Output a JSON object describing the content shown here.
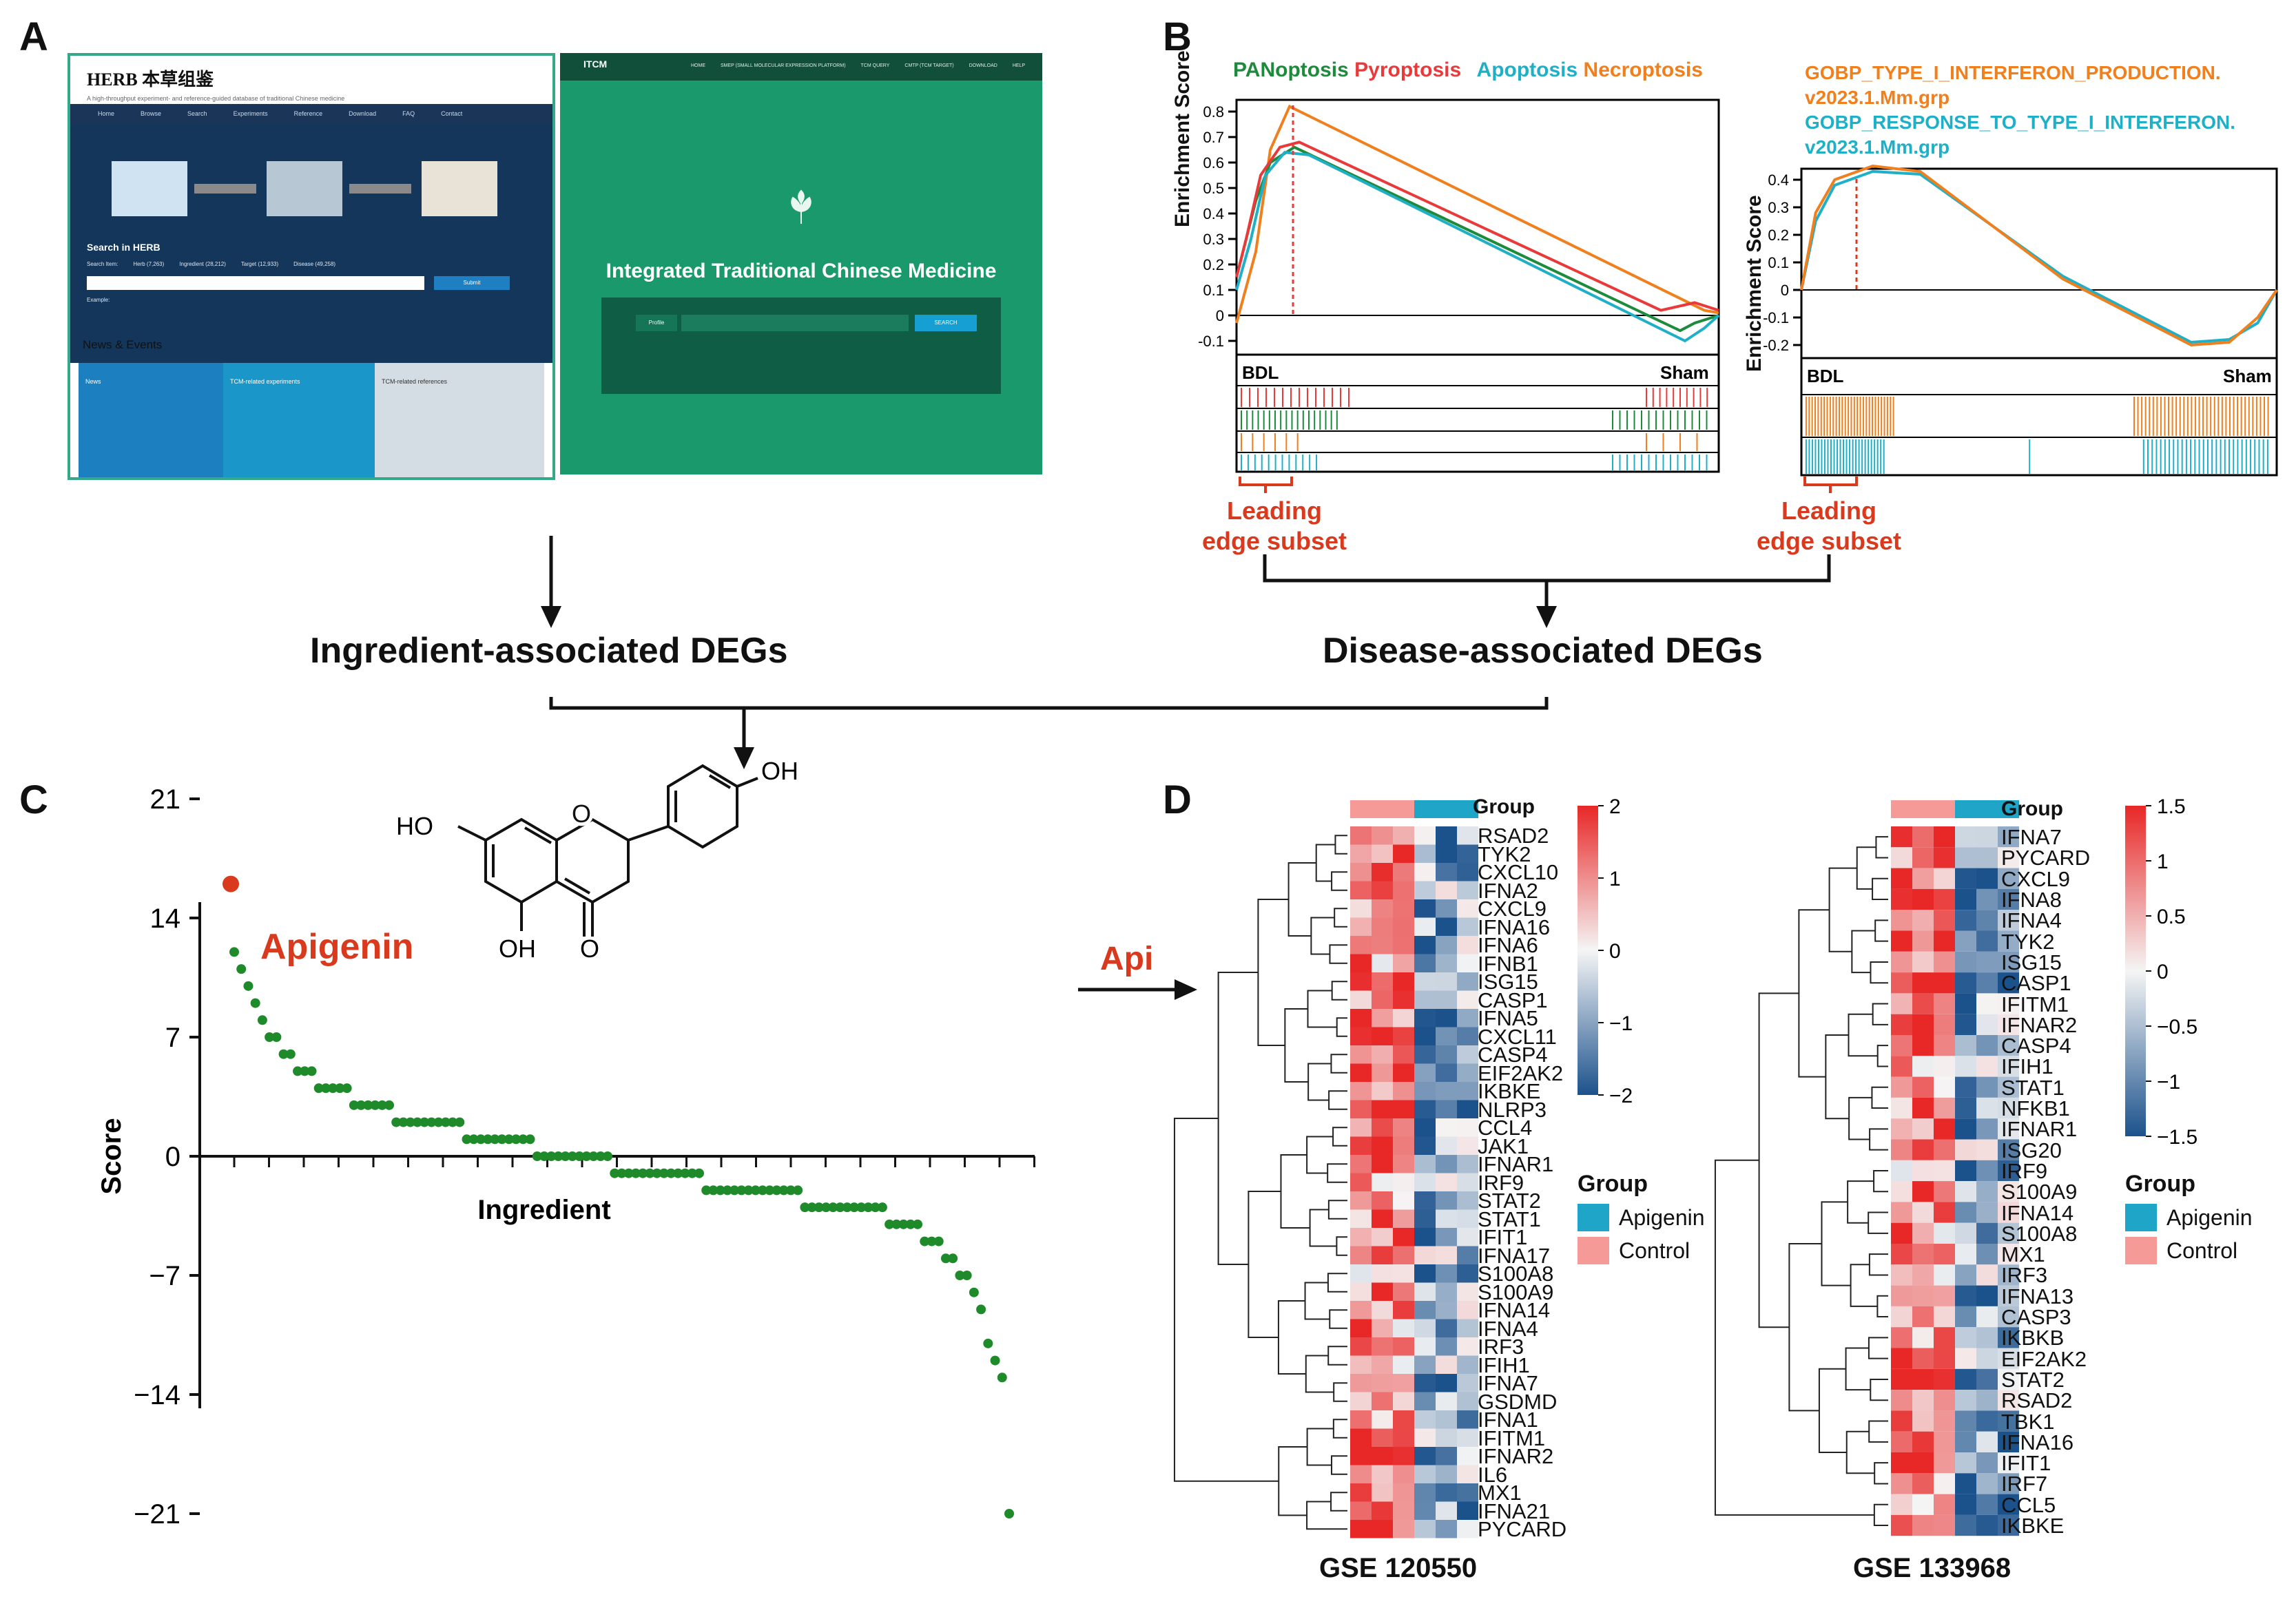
{
  "panels": {
    "a": "A",
    "b": "B",
    "c": "C",
    "d": "D"
  },
  "flow": {
    "ingredient_degs": "Ingredient-associated DEGs",
    "disease_degs": "Disease-associated DEGs",
    "api": "Api"
  },
  "herb_site": {
    "logo": "HERB 本草组鉴",
    "tagline": "A high-throughput experiment- and reference-guided database of traditional Chinese medicine",
    "nav": [
      "Home",
      "Browse",
      "Search",
      "Experiments",
      "Reference",
      "Download",
      "FAQ",
      "Contact"
    ],
    "search_title": "Search in HERB",
    "search_item_label": "Search Item:",
    "search_options": [
      "Herb (7,263)",
      "Ingredient (28,212)",
      "Target (12,933)",
      "Disease (49,258)"
    ],
    "submit": "Submit",
    "example": "Example:",
    "news_title": "News & Events",
    "news_tabs": [
      "News",
      "TCM-related experiments",
      "TCM-related references"
    ]
  },
  "itcm_site": {
    "logo": "ITCM",
    "nav": [
      "HOME",
      "SMEP (SMALL MOLECULAR EXPRESSION PLATFORM)",
      "TCM QUERY",
      "CMTP (TCM TARGET)",
      "DOWNLOAD",
      "HELP"
    ],
    "title": "Integrated Traditional Chinese Medicine",
    "search_select": "Profile",
    "search_button": "SEARCH"
  },
  "gsea_left": {
    "legend": [
      {
        "name": "PANoptosis",
        "color": "#1e8a3c"
      },
      {
        "name": "Pyroptosis",
        "color": "#e83a3a"
      },
      {
        "name": "Apoptosis",
        "color": "#1fb0c8"
      },
      {
        "name": "Necroptosis",
        "color": "#f07f1e"
      }
    ],
    "ylabel": "Enrichment Score",
    "yticks": [
      "0.8",
      "0.7",
      "0.6",
      "0.5",
      "0.4",
      "0.3",
      "0.2",
      "0.1",
      "0",
      "-0.1"
    ],
    "left_group": "BDL",
    "right_group": "Sham",
    "leading_edge": [
      "Leading",
      "edge subset"
    ]
  },
  "gsea_right": {
    "legend": [
      {
        "name": "GOBP_TYPE_I_INTERFERON_PRODUCTION.",
        "name2": "v2023.1.Mm.grp",
        "color": "#f07f1e"
      },
      {
        "name": "GOBP_RESPONSE_TO_TYPE_I_INTERFERON.",
        "name2": "v2023.1.Mm.grp",
        "color": "#1fb0c8"
      }
    ],
    "ylabel": "Enrichment Score",
    "yticks": [
      "0.4",
      "0.3",
      "0.2",
      "0.1",
      "0",
      "-0.1",
      "-0.2"
    ],
    "left_group": "BDL",
    "right_group": "Sham",
    "leading_edge": [
      "Leading",
      "edge subset"
    ]
  },
  "chart_data": {
    "type": "scatter",
    "xlabel": "Ingredient",
    "ylabel": "Score",
    "ylim": [
      -21,
      21
    ],
    "yticks": [
      21,
      14,
      7,
      0,
      -7,
      -14,
      -21
    ],
    "highlight": {
      "name": "Apigenin",
      "score": 16
    },
    "molecule_labels": [
      "OH",
      "HO",
      "O",
      "OH",
      "O"
    ],
    "series": [
      {
        "values": [
          12,
          11,
          10,
          9,
          8,
          7,
          7,
          6,
          6,
          5,
          5,
          5,
          4,
          4,
          4,
          4,
          4,
          3,
          3,
          3,
          3,
          3,
          3,
          2,
          2,
          2,
          2,
          2,
          2,
          2,
          2,
          2,
          2,
          1,
          1,
          1,
          1,
          1,
          1,
          1,
          1,
          1,
          1,
          0,
          0,
          0,
          0,
          0,
          0,
          0,
          0,
          0,
          0,
          0,
          -1,
          -1,
          -1,
          -1,
          -1,
          -1,
          -1,
          -1,
          -1,
          -1,
          -1,
          -1,
          -1,
          -2,
          -2,
          -2,
          -2,
          -2,
          -2,
          -2,
          -2,
          -2,
          -2,
          -2,
          -2,
          -2,
          -2,
          -3,
          -3,
          -3,
          -3,
          -3,
          -3,
          -3,
          -3,
          -3,
          -3,
          -3,
          -3,
          -4,
          -4,
          -4,
          -4,
          -4,
          -5,
          -5,
          -5,
          -6,
          -6,
          -7,
          -7,
          -8,
          -9,
          -11,
          -12,
          -13,
          -21
        ]
      }
    ]
  },
  "heatmap_left": {
    "title": "GSE 120550",
    "group_label": "Group",
    "legend_title": "Group",
    "legend": [
      {
        "name": "Apigenin",
        "color": "#1fa5c7"
      },
      {
        "name": "Control",
        "color": "#f59a96"
      }
    ],
    "scale": [
      "2",
      "1",
      "0",
      "−1",
      "−2"
    ],
    "genes": [
      "RSAD2",
      "TYK2",
      "CXCL10",
      "IFNA2",
      "CXCL9",
      "IFNA16",
      "IFNA6",
      "IFNB1",
      "ISG15",
      "CASP1",
      "IFNA5",
      "CXCL11",
      "CASP4",
      "EIF2AK2",
      "IKBKE",
      "NLRP3",
      "CCL4",
      "JAK1",
      "IFNAR1",
      "IRF9",
      "STAT2",
      "STAT1",
      "IFIT1",
      "IFNA17",
      "S100A8",
      "S100A9",
      "IFNA14",
      "IFNA4",
      "IRF3",
      "IFIH1",
      "IFNA7",
      "GSDMD",
      "IFNA1",
      "IFITM1",
      "IFNAR2",
      "IL6",
      "MX1",
      "IFNA21",
      "PYCARD"
    ]
  },
  "heatmap_right": {
    "title": "GSE 133968",
    "group_label": "Group",
    "legend_title": "Group",
    "legend": [
      {
        "name": "Apigenin",
        "color": "#1fa5c7"
      },
      {
        "name": "Control",
        "color": "#f59a96"
      }
    ],
    "scale": [
      "1.5",
      "1",
      "0.5",
      "0",
      "−0.5",
      "−1",
      "−1.5"
    ],
    "genes": [
      "IFNA7",
      "PYCARD",
      "CXCL9",
      "IFNA8",
      "IFNA4",
      "TYK2",
      "ISG15",
      "CASP1",
      "IFITM1",
      "IFNAR2",
      "CASP4",
      "IFIH1",
      "STAT1",
      "NFKB1",
      "IFNAR1",
      "ISG20",
      "IRF9",
      "S100A9",
      "IFNA14",
      "S100A8",
      "MX1",
      "IRF3",
      "IFNA13",
      "CASP3",
      "IKBKB",
      "EIF2AK2",
      "STAT2",
      "RSAD2",
      "TBK1",
      "IFNA16",
      "IFIT1",
      "IRF7",
      "CCL5",
      "IKBKE"
    ]
  }
}
